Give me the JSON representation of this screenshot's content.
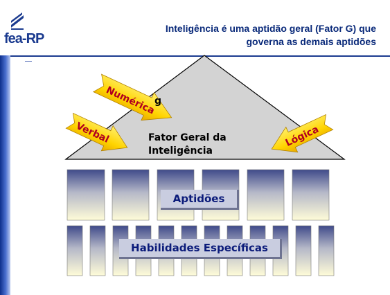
{
  "header": {
    "logo": "fea-RP",
    "title_line1": "Inteligência é uma aptidão geral (Fator G) que",
    "title_line2": "governa as demais aptidões"
  },
  "diagram": {
    "g_letter": "g",
    "fator_line1": "Fator Geral da",
    "fator_line2": "Inteligência",
    "arrows": {
      "numerica": "Numérica",
      "verbal": "Verbal",
      "logica": "Lógica"
    },
    "aptidoes": "Aptidões",
    "habilidades": "Habilidades Específicas"
  },
  "colors": {
    "title": "#0a2a7a",
    "arrow_fill": "#ffd700",
    "arrow_text": "#b00020",
    "pillar_top": "#3f4a8a",
    "pillar_bottom": "#fffcd8",
    "roof": "#d3d3d3"
  }
}
